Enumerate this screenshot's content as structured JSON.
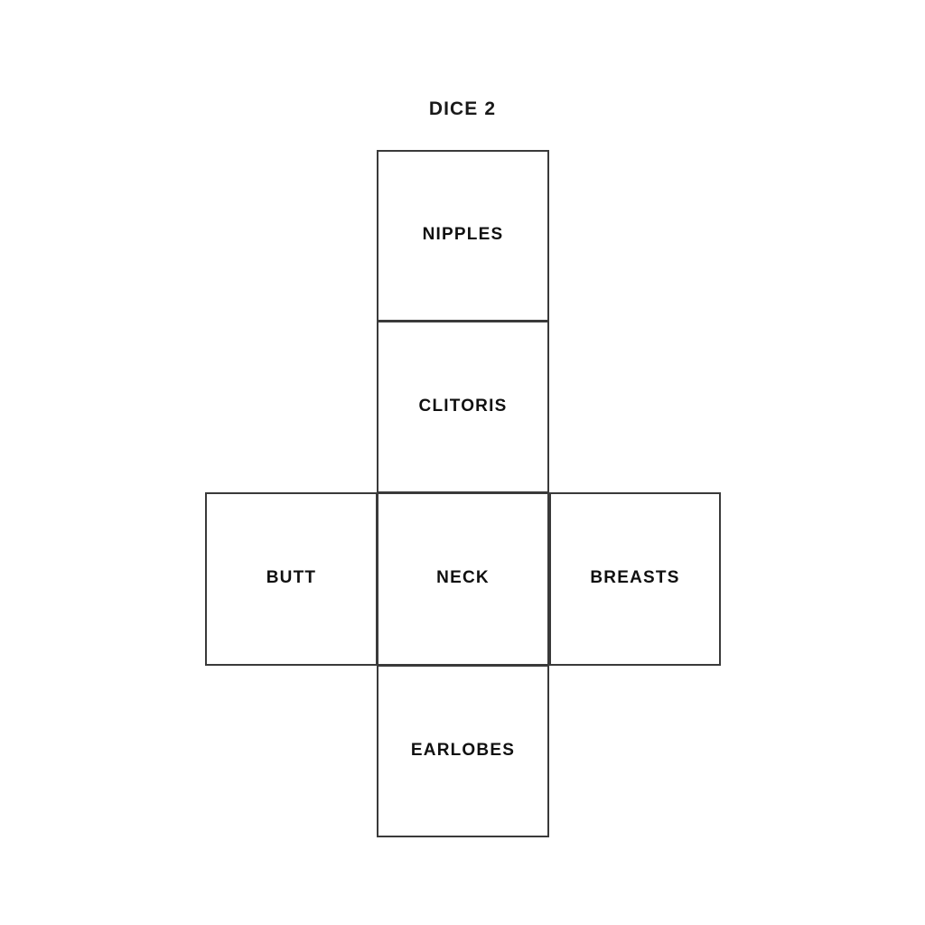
{
  "page": {
    "title": "DICE 2",
    "background_color": "#ffffff",
    "line_color": "#3a3a3a",
    "text_color": "#101010"
  },
  "dice_net": {
    "shape": "cube-net-cross",
    "faces": [
      {
        "position": "top",
        "label": "NIPPLES"
      },
      {
        "position": "upper-middle",
        "label": "CLITORIS"
      },
      {
        "position": "left",
        "label": "BUTT"
      },
      {
        "position": "center",
        "label": "NECK"
      },
      {
        "position": "right",
        "label": "BREASTS"
      },
      {
        "position": "bottom",
        "label": "EARLOBES"
      }
    ]
  }
}
